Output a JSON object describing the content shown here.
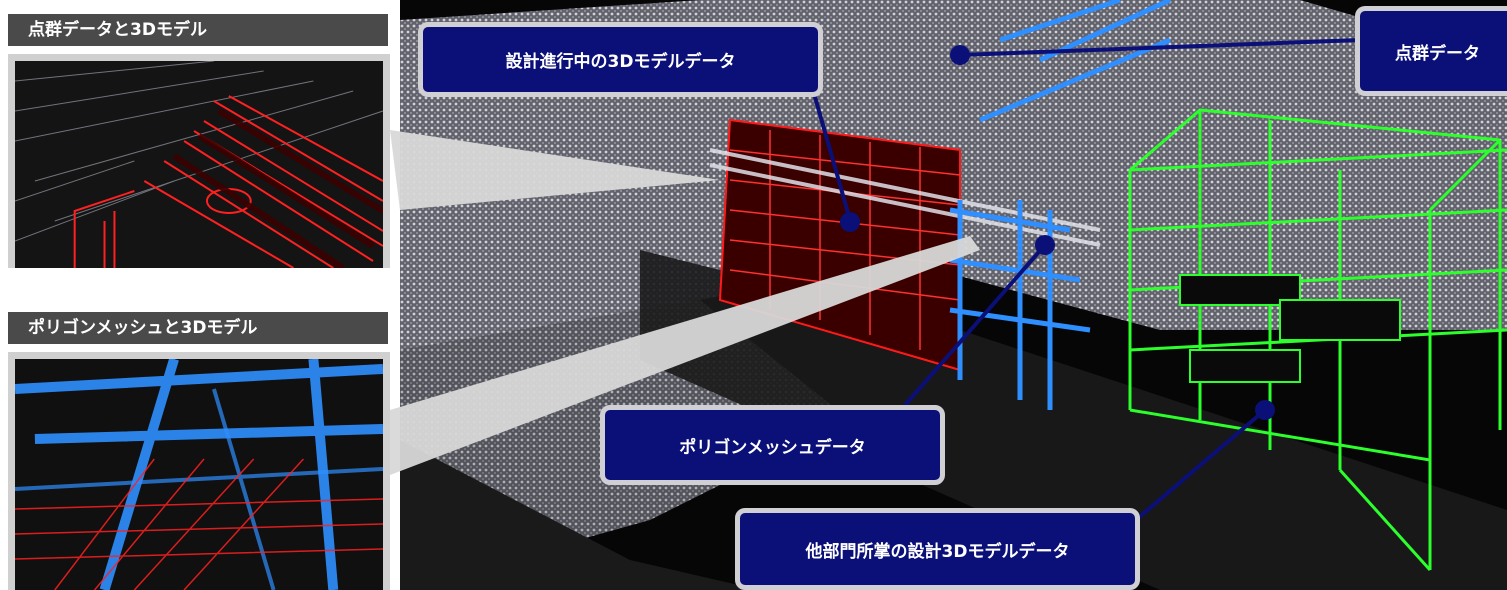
{
  "panels": {
    "top_title": "点群データと3Dモデル",
    "bottom_title": "ポリゴンメッシュと3Dモデル"
  },
  "labels": {
    "design_model": "設計進行中の3Dモデルデータ",
    "point_cloud": "点群データ",
    "polygon_mesh": "ポリゴンメッシュデータ",
    "other_dept_model": "他部門所掌の設計3Dモデルデータ"
  },
  "colors": {
    "label_bg": "#0b0f78",
    "label_border": "#cfcfd4",
    "model_red": "#ff1a1a",
    "mesh_blue": "#2f8fff",
    "model_green": "#2cff2c"
  }
}
